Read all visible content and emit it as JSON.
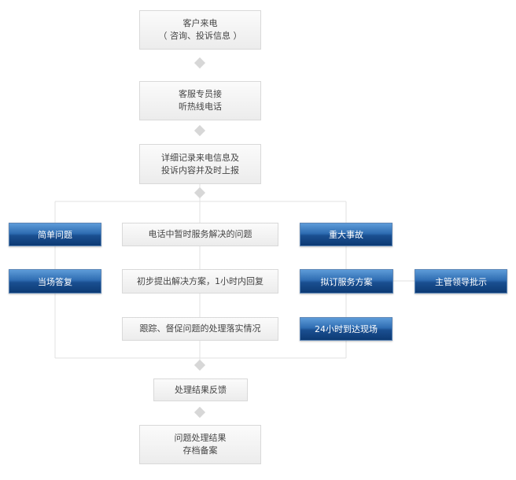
{
  "nodes": {
    "customer_call": [
      "客户来电",
      "（ 咨询、投诉信息 ）"
    ],
    "agent_answer": [
      "客服专员接",
      "听热线电话"
    ],
    "record_info": [
      "详细记录来电信息及",
      "投诉内容并及时上报"
    ],
    "simple_issue": "简单问题",
    "answer_on_spot": "当场答复",
    "phone_resolve": "电话中暂时服务解决的问题",
    "propose_solution": "初步提出解决方案，1小时内回复",
    "track_followup": "跟踪、督促问题的处理落实情况",
    "major_incident": "重大事故",
    "draft_plan": "拟订服务方案",
    "supervisor_approval": "主管领导批示",
    "onsite_24h": "24小时到达现场",
    "feedback": "处理结果反馈",
    "archive": [
      "问题处理结果",
      "存档备案"
    ]
  }
}
